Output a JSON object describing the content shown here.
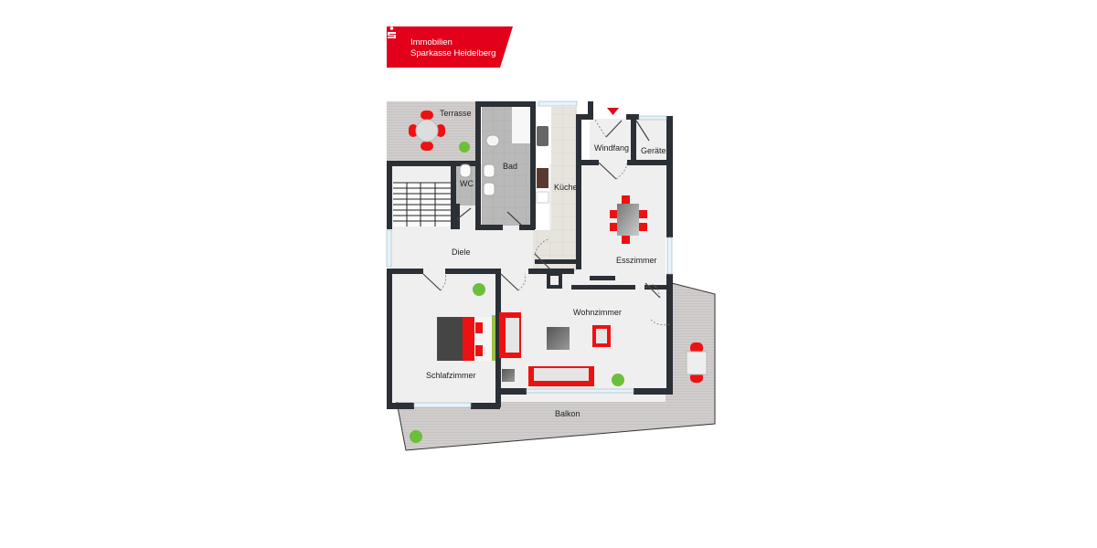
{
  "logo": {
    "line1": "Immobilien",
    "line2": "Sparkasse Heidelberg",
    "brand_color": "#e2001a"
  },
  "floorplan": {
    "rooms": [
      {
        "id": "terrasse",
        "label": "Terrasse"
      },
      {
        "id": "bad",
        "label": "Bad"
      },
      {
        "id": "wc",
        "label": "WC"
      },
      {
        "id": "kueche",
        "label": "Küche"
      },
      {
        "id": "windfang",
        "label": "Windfang"
      },
      {
        "id": "geraete",
        "label": "Geräte"
      },
      {
        "id": "diele",
        "label": "Diele"
      },
      {
        "id": "esszimmer",
        "label": "Esszimmer"
      },
      {
        "id": "wohnzimmer",
        "label": "Wohnzimmer"
      },
      {
        "id": "schlafzimmer",
        "label": "Schlafzimmer"
      },
      {
        "id": "balkon",
        "label": "Balkon"
      }
    ],
    "colors": {
      "wall": "#2b2f36",
      "floor": "#efefef",
      "deck": "#cfcaca",
      "tile": "#b8b8b8",
      "kitchen_tile": "#e6e1da",
      "furniture_red": "#e01818",
      "entrance_marker": "#e2001a"
    }
  }
}
